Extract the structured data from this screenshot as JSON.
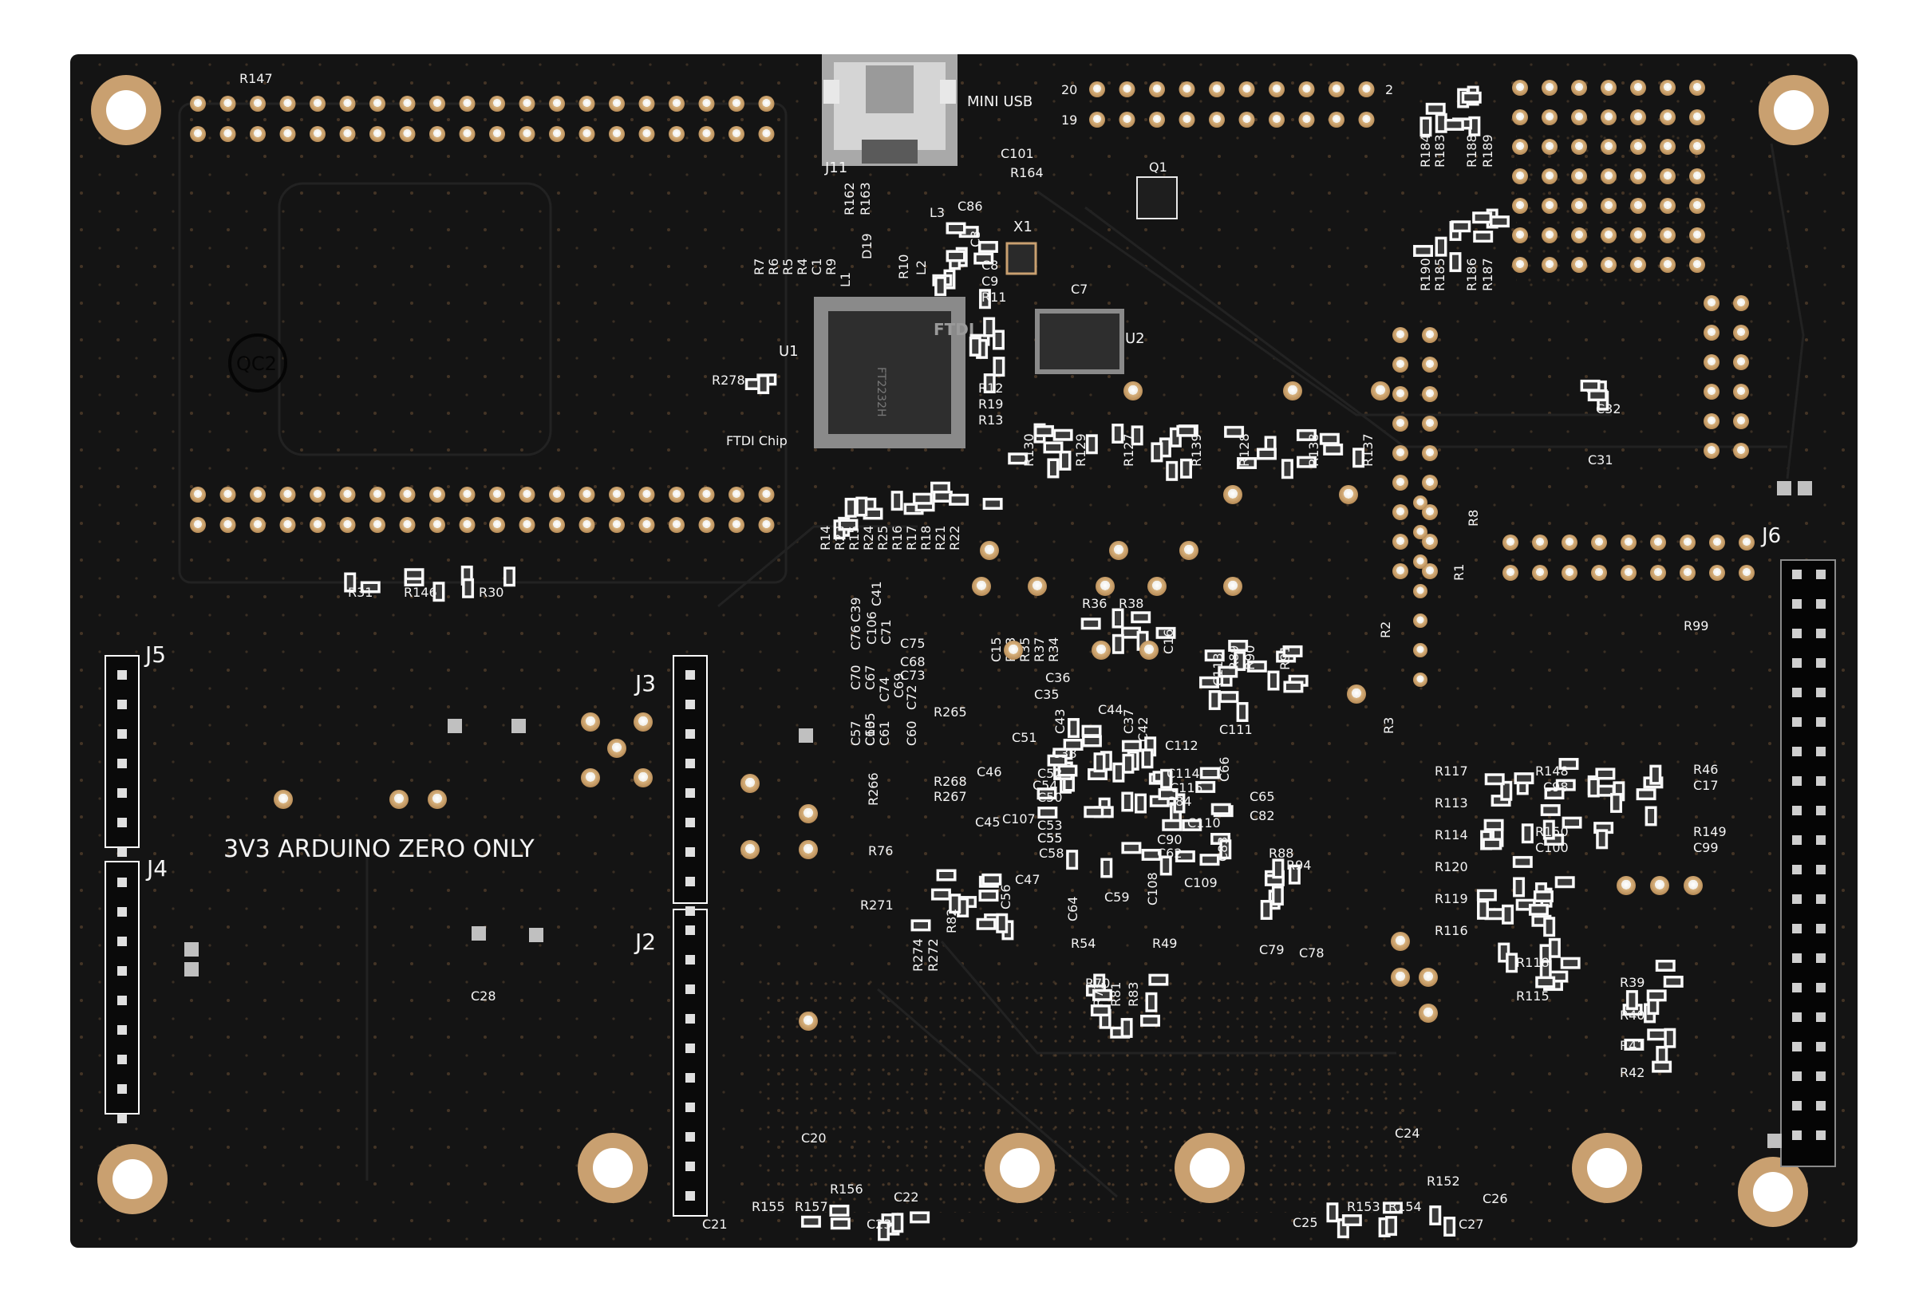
{
  "colors": {
    "background": "#ffffff",
    "board": "#141414",
    "copper": "#c9a070",
    "gold": "#d8b27e",
    "silkscreen": "#f4f4f4",
    "component": "#2a2a2a"
  },
  "labels": {
    "usb": "MINI USB",
    "ftdi": "FTDI Chip",
    "arduino_note": "3V3 ARDUINO ZERO ONLY",
    "qc": "QC2",
    "chip_brand": "FTDI",
    "chip_text": "FT2232H",
    "pin_20": "20",
    "pin_19": "19",
    "pin_2": "2",
    "j11": "J11",
    "u1": "U1",
    "u2": "U2",
    "x1": "X1",
    "q1": "Q1",
    "j2": "J2",
    "j3": "J3",
    "j4": "J4",
    "j5": "J5",
    "j6": "J6"
  },
  "designators": [
    "R147",
    "R164",
    "C101",
    "R162",
    "R163",
    "L3",
    "C86",
    "C3",
    "R10",
    "L2",
    "C8",
    "C9",
    "R11",
    "C7",
    "R7",
    "R6",
    "R5",
    "R4",
    "C1",
    "R9",
    "L1",
    "D19",
    "R278",
    "R12",
    "R19",
    "R13",
    "R130",
    "R129",
    "R127",
    "R139",
    "R128",
    "R138",
    "R137",
    "R184",
    "R183",
    "R188",
    "R189",
    "R190",
    "R185",
    "R186",
    "R187",
    "C32",
    "C31",
    "R8",
    "R1",
    "R99",
    "R31",
    "R146",
    "R30",
    "R14",
    "R23",
    "R15",
    "R24",
    "R25",
    "R16",
    "R17",
    "R18",
    "R21",
    "R22",
    "C39",
    "C41",
    "C76",
    "C106",
    "C71",
    "C75",
    "C70",
    "C67",
    "C68",
    "C73",
    "C57",
    "C105",
    "C74",
    "C69",
    "C72",
    "C63",
    "C61",
    "C60",
    "R36",
    "R38",
    "C15",
    "R33",
    "R35",
    "R37",
    "R34",
    "C16",
    "C36",
    "C35",
    "C113",
    "R89",
    "R90",
    "R91",
    "R2",
    "R3",
    "C111",
    "R265",
    "R266",
    "R268",
    "R267",
    "C51",
    "C38",
    "C46",
    "C45",
    "C52",
    "C54",
    "C50",
    "C53",
    "C55",
    "C58",
    "C59",
    "C47",
    "C44",
    "C43",
    "C37",
    "C42",
    "C112",
    "C114",
    "C115",
    "C66",
    "C65",
    "C82",
    "C83",
    "C84",
    "C90",
    "C62",
    "C110",
    "C107",
    "C108",
    "C109",
    "C64",
    "R76",
    "R271",
    "R274",
    "R272",
    "R82",
    "C56",
    "C55",
    "R88",
    "R94",
    "C79",
    "C78",
    "R54",
    "R49",
    "R70",
    "R71",
    "R81",
    "R83",
    "R117",
    "R113",
    "R114",
    "R120",
    "R119",
    "R116",
    "R118",
    "R115",
    "R148",
    "C98",
    "R46",
    "C17",
    "R150",
    "C100",
    "R149",
    "C99",
    "R39",
    "R40",
    "R41",
    "R42",
    "C28",
    "C20",
    "C21",
    "R155",
    "R157",
    "R156",
    "C22",
    "C23",
    "C24",
    "C25",
    "R153",
    "R152",
    "R154",
    "C26",
    "C27"
  ]
}
